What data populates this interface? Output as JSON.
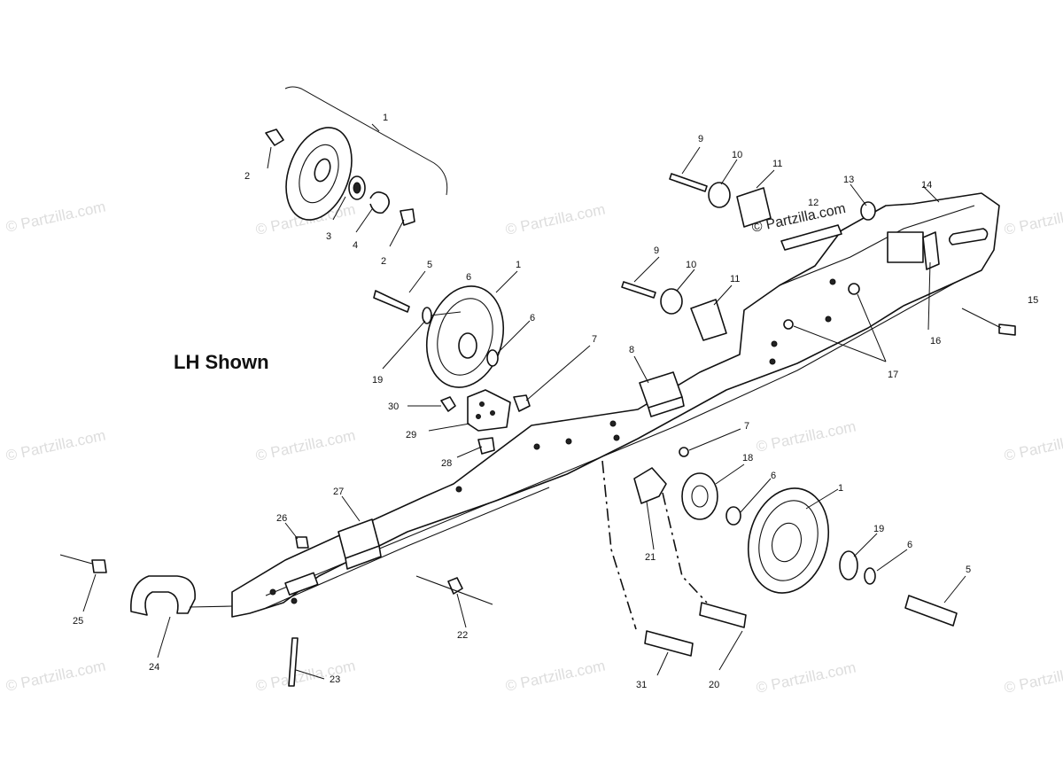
{
  "title": "LH Shown",
  "watermark": "© Partzilla.com",
  "callouts": [
    "1",
    "2",
    "3",
    "4",
    "2",
    "5",
    "6",
    "1",
    "6",
    "19",
    "30",
    "29",
    "28",
    "7",
    "8",
    "7",
    "9",
    "10",
    "11",
    "9",
    "10",
    "11",
    "12",
    "13",
    "14",
    "15",
    "16",
    "17",
    "18",
    "6",
    "1",
    "19",
    "6",
    "5",
    "21",
    "20",
    "31",
    "27",
    "26",
    "25",
    "24",
    "23",
    "22"
  ],
  "colors": {
    "line": "#111111",
    "watermark": "#dddddd",
    "background": "#ffffff"
  }
}
